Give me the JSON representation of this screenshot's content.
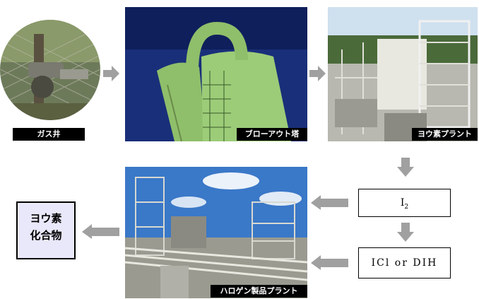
{
  "captions": {
    "gas_well": "ガス井",
    "blowout_tower": "ブローアウト塔",
    "iodine_plant": "ヨウ素プラント",
    "halogen_plant": "ハロゲン製品プラント"
  },
  "boxes": {
    "i2": "I",
    "i2_sub": "2",
    "icl_dih": "ICl or DIH"
  },
  "result": {
    "line1": "ヨウ素",
    "line2": "化合物"
  },
  "colors": {
    "arrow": "#a0a0a0",
    "result_fill": "#e8e8fa",
    "tower_green": "#8fbf6a",
    "sky_blue": "#1a2f7a"
  }
}
